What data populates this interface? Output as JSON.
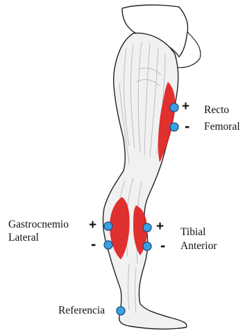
{
  "colors": {
    "muscle_highlight": "#e02020",
    "electrode": "#3aa0e6",
    "electrode_outline": "#1b4f7a",
    "leg_fill": "#f1f1f1",
    "leg_outline": "#222222",
    "muscle_lines": "#b9b9b9"
  },
  "labels": {
    "recto": "Recto",
    "femoral": "Femoral",
    "gastrocnemio": "Gastrocnemio",
    "lateral": "Lateral",
    "tibial": "Tibial",
    "anterior": "Anterior",
    "referencia": "Referencia"
  },
  "signs": {
    "plus": "+",
    "minus": "-"
  },
  "electrodes": [
    {
      "name": "recto-femoral-positive",
      "polarity": "+"
    },
    {
      "name": "recto-femoral-negative",
      "polarity": "-"
    },
    {
      "name": "gastrocnemio-lateral-positive",
      "polarity": "+"
    },
    {
      "name": "gastrocnemio-lateral-negative",
      "polarity": "-"
    },
    {
      "name": "tibial-anterior-positive",
      "polarity": "+"
    },
    {
      "name": "tibial-anterior-negative",
      "polarity": "-"
    },
    {
      "name": "reference",
      "polarity": ""
    }
  ]
}
